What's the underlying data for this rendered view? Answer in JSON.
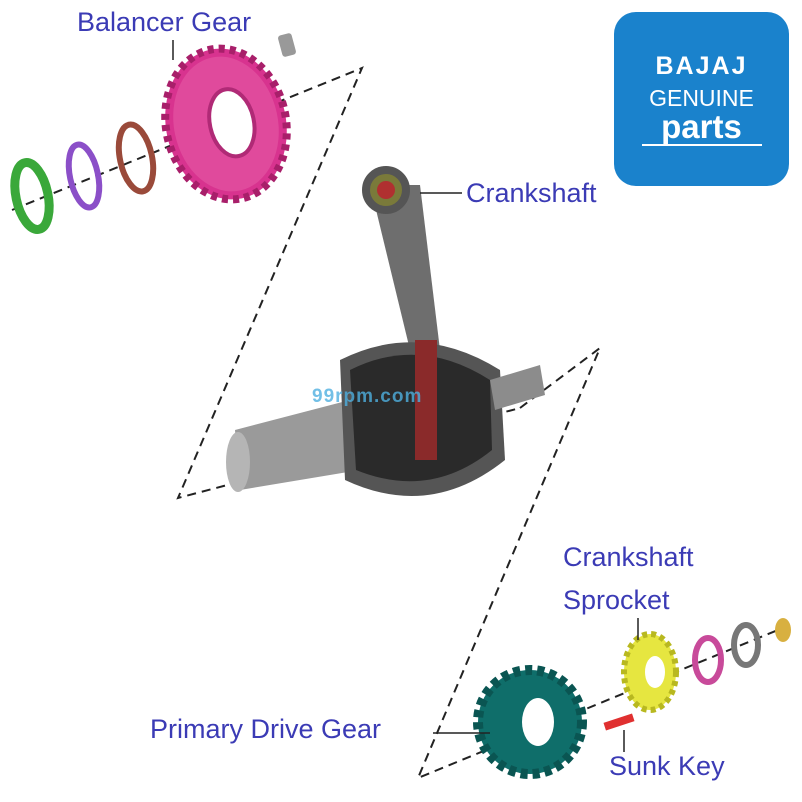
{
  "labels": {
    "balancer_gear": "Balancer Gear",
    "crankshaft": "Crankshaft",
    "crankshaft_sprocket_line1": "Crankshaft",
    "crankshaft_sprocket_line2": "Sprocket",
    "primary_drive_gear": "Primary Drive Gear",
    "sunk_key": "Sunk Key"
  },
  "logo": {
    "brand": "BAJAJ",
    "line2": "GENUINE",
    "line3": "parts"
  },
  "watermark": "99rpm.com",
  "colors": {
    "label": "#3b3bb5",
    "logo_bg": "#1a82cc",
    "balancer_gear": "#d8338f",
    "primary_gear": "#0f6e6a",
    "sprocket": "#e6e640"
  }
}
